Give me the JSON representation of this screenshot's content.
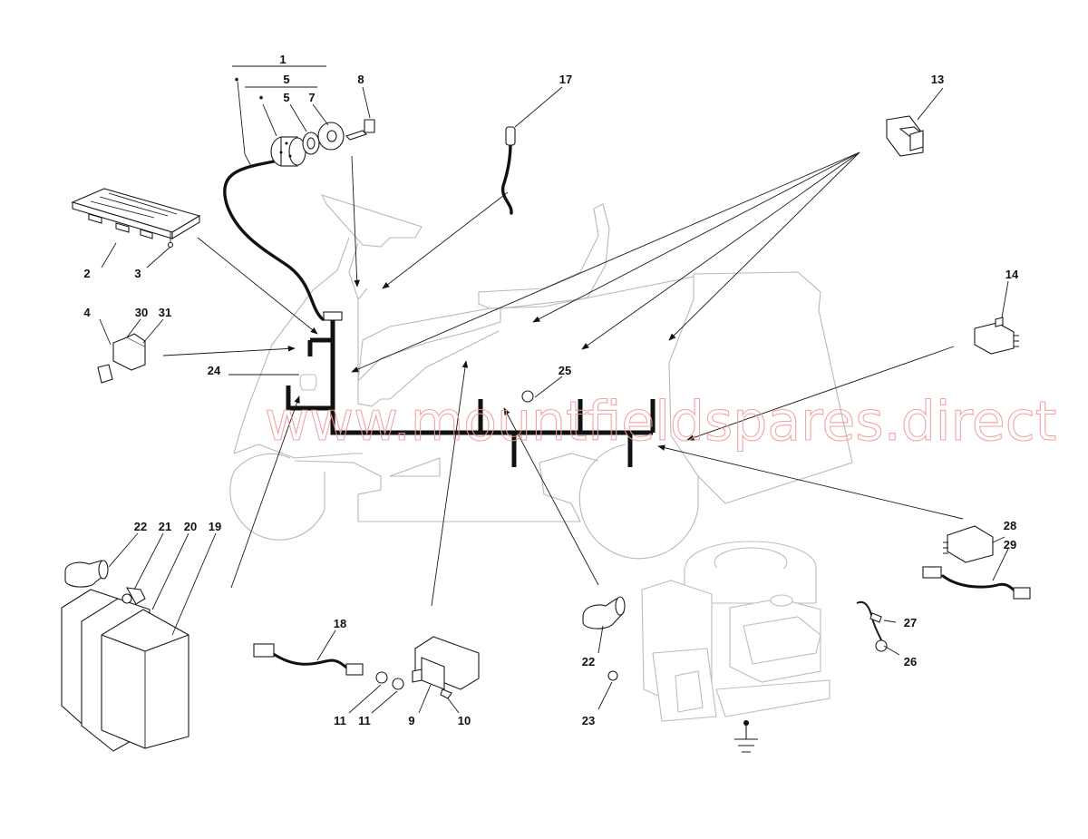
{
  "watermark": "www.mountfieldspares.direct",
  "callouts": [
    "1",
    "5",
    "5",
    "7",
    "8",
    "17",
    "13",
    "2",
    "3",
    "4",
    "30",
    "31",
    "24",
    "25",
    "14",
    "22",
    "21",
    "20",
    "19",
    "28",
    "29",
    "18",
    "27",
    "26",
    "22",
    "23",
    "11",
    "11",
    "9",
    "10"
  ],
  "dots": [
    "•",
    "•"
  ],
  "icons": {
    "ground": "ground-symbol-icon"
  }
}
